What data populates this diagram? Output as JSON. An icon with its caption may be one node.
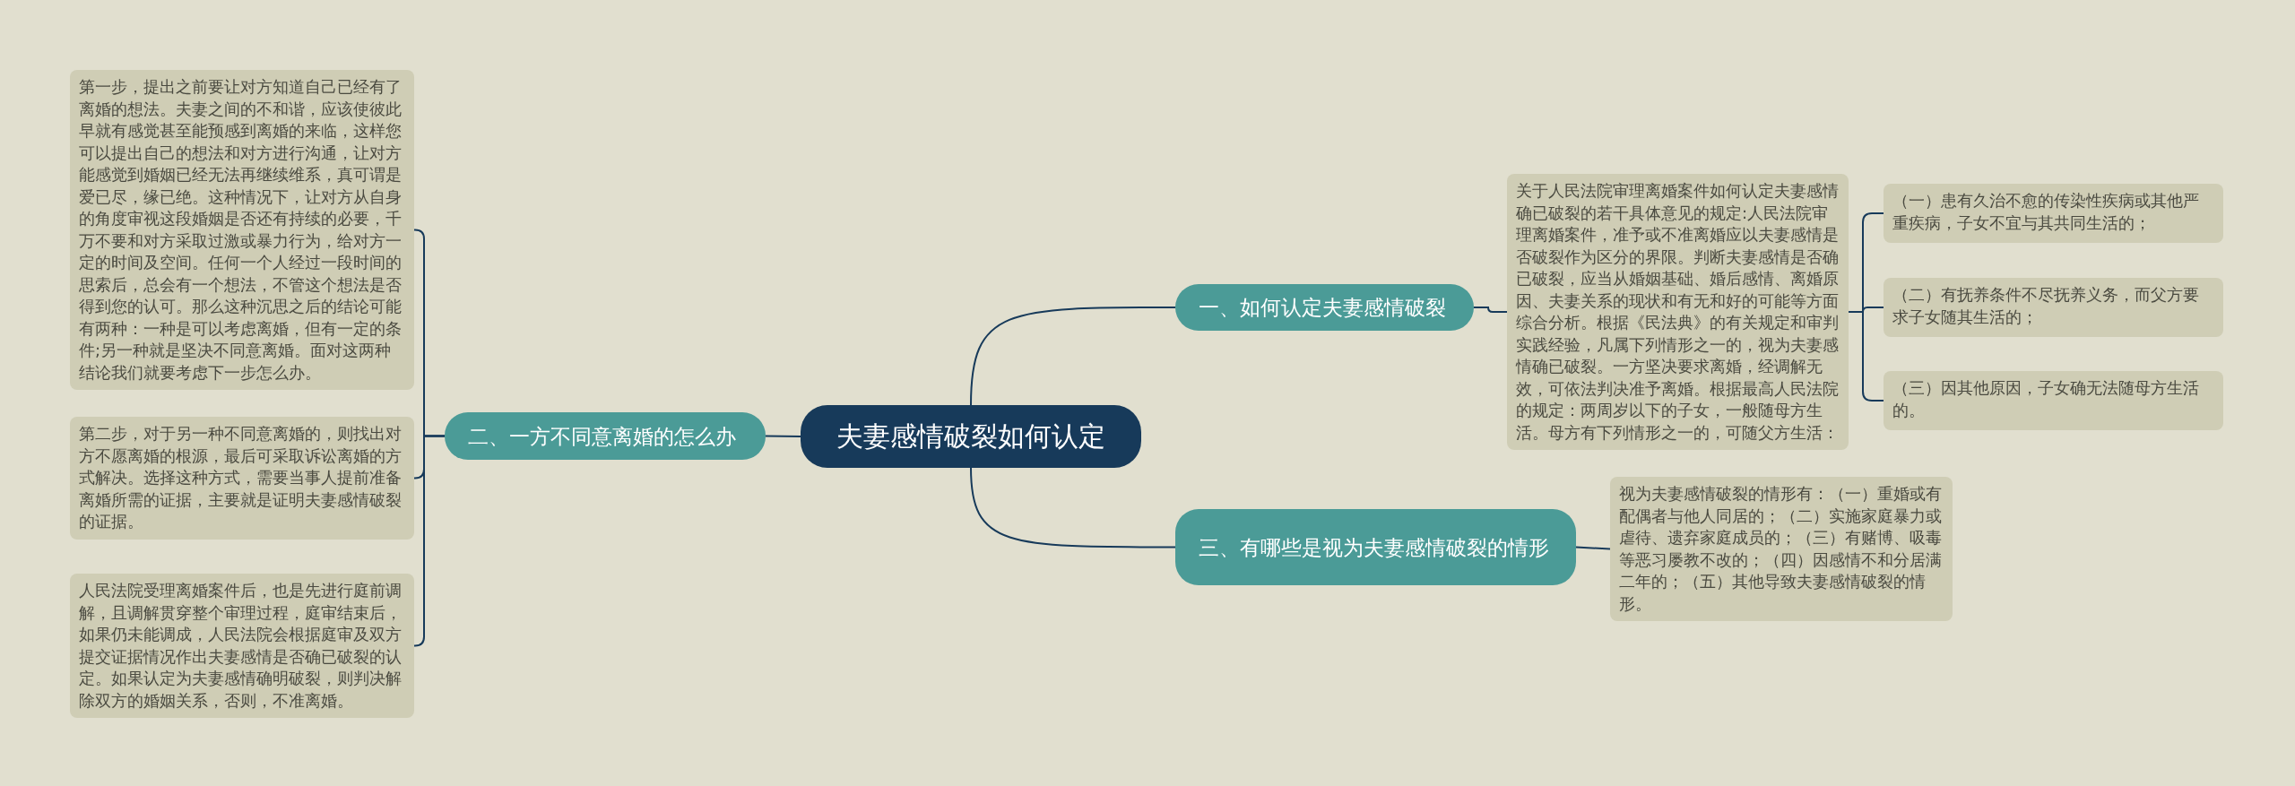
{
  "diagram": {
    "nodes": [
      {
        "text": [
          "夫妻感情破裂如何认定"
        ]
      },
      {
        "text": [
          "一、如何认定夫妻感情破裂"
        ]
      },
      {
        "text": [
          "关于人民法院审理离婚案件如何认定夫妻感情确已破裂的若干具体意见的规定:人民法院审理离婚案件，准予或不准离婚应以夫妻感情是否破裂作为区分的界限。判断夫妻感情是否确已破裂，应当从婚姻基础、婚后感情、离婚原因、夫妻关系的现状和有无和好的可能等方面综合分析。根据《民法典》的有关规定和审判实践经验，凡属下列情形之一的，视为夫妻感情确已破裂。一方坚决要求离婚，经调解无效，可依法判决准予离婚。根据最高人民法院的规定：两周岁以下的子女，一般随母方生活。母方有下列情形之一的，可随父方生活："
        ]
      },
      {
        "text": [
          "（一）患有久治不愈的传染性疾病或其他严重疾病，子女不宜与其共同生活的；"
        ]
      },
      {
        "text": [
          "（二）有抚养条件不尽抚养义务，而父方要求子女随其生活的；"
        ]
      },
      {
        "text": [
          "（三）因其他原因，子女确无法随母方生活的。"
        ]
      },
      {
        "text": [
          "三、有哪些是视为夫妻感情破裂的情形"
        ]
      },
      {
        "text": [
          "视为夫妻感情破裂的情形有：（一）重婚或有配偶者与他人同居的；（二）实施家庭暴力或虐待、遗弃家庭成员的；（三）有赌博、吸毒等恶习屡教不改的；（四）因感情不和分居满二年的；（五）其他导致夫妻感情破裂的情形。"
        ]
      },
      {
        "text": [
          "二、一方不同意离婚的怎么办"
        ]
      },
      {
        "text": [
          "第一步，提出之前要让对方知道自己已经有了离婚的想法。夫妻之间的不和谐，应该使彼此早就有感觉甚至能预感到离婚的来临，这样您可以提出自己的想法和对方进行沟通，让对方能感觉到婚姻已经无法再继续维系，真可谓是爱已尽，缘已绝。这种情况下，让对方从自身的角度审视这段婚姻是否还有持续的必要，千万不要和对方采取过激或暴力行为，给对方一定的时间及空间。任何一个人经过一段时间的思索后，总会有一个想法，不管这个想法是否得到您的认可。那么这种沉思之后的结论可能有两种：一种是可以考虑离婚，但有一定的条件;另一种就是坚决不同意离婚。面对这两种结论我们就要考虑下一步怎么办。"
        ]
      },
      {
        "text": [
          "第二步，对于另一种不同意离婚的，则找出对方不愿离婚的根源，最后可采取诉讼离婚的方式解决。选择这种方式，需要当事人提前准备离婚所需的证据，主要就是证明夫妻感情破裂的证据。"
        ]
      },
      {
        "text": [
          "人民法院受理离婚案件后，也是先进行庭前调解，且调解贯穿整个审理过程，庭审结束后，如果仍未能调成，人民法院会根据庭审及双方提交证据情况作出夫妻感情是否确已破裂的认定。如果认定为夫妻感情确明破裂，则判决解除双方的婚姻关系，否则，不准离婚。"
        ]
      }
    ],
    "edges": [
      {
        "from": 0,
        "to": 1,
        "arrow": "none"
      },
      {
        "from": 1,
        "to": 2,
        "arrow": "none"
      },
      {
        "from": 2,
        "to": 3,
        "arrow": "none"
      },
      {
        "from": 2,
        "to": 4,
        "arrow": "none"
      },
      {
        "from": 2,
        "to": 5,
        "arrow": "none"
      },
      {
        "from": 0,
        "to": 6,
        "arrow": "none"
      },
      {
        "from": 6,
        "to": 7,
        "arrow": "none"
      },
      {
        "from": 0,
        "to": 8,
        "arrow": "none"
      },
      {
        "from": 8,
        "to": 9,
        "arrow": "none"
      },
      {
        "from": 8,
        "to": 10,
        "arrow": "none"
      },
      {
        "from": 8,
        "to": 11,
        "arrow": "none"
      }
    ]
  }
}
